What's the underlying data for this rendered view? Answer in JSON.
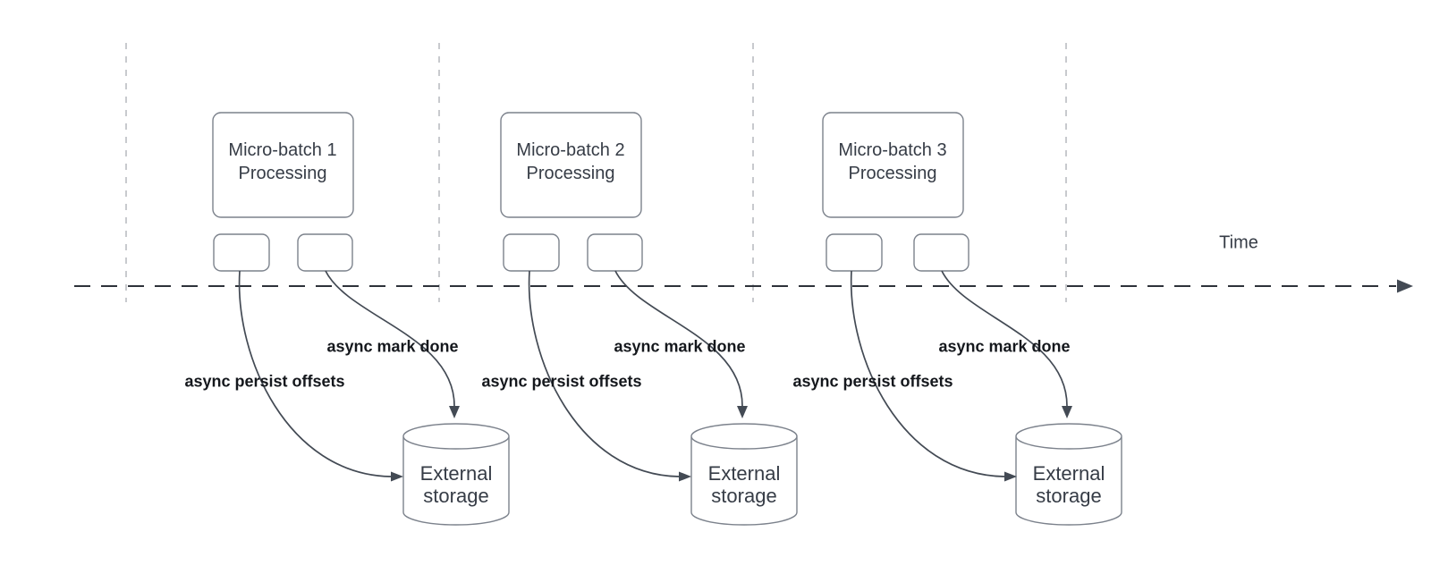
{
  "diagram": {
    "time_axis_label": "Time",
    "groups": [
      {
        "title_line1": "Micro-batch 1",
        "title_line2": "Processing",
        "persist_label": "async persist offsets",
        "mark_label": "async mark done",
        "storage_line1": "External",
        "storage_line2": "storage"
      },
      {
        "title_line1": "Micro-batch 2",
        "title_line2": "Processing",
        "persist_label": "async persist offsets",
        "mark_label": "async mark done",
        "storage_line1": "External",
        "storage_line2": "storage"
      },
      {
        "title_line1": "Micro-batch 3",
        "title_line2": "Processing",
        "persist_label": "async persist offsets",
        "mark_label": "async mark done",
        "storage_line1": "External",
        "storage_line2": "storage"
      }
    ]
  },
  "colors": {
    "ink": "#363c46",
    "label": "#15181d",
    "guide": "#b1b4b9",
    "axis": "#2e323a",
    "shape": "#7c828c",
    "arrow": "#434a54",
    "bg": "#ffffff"
  }
}
